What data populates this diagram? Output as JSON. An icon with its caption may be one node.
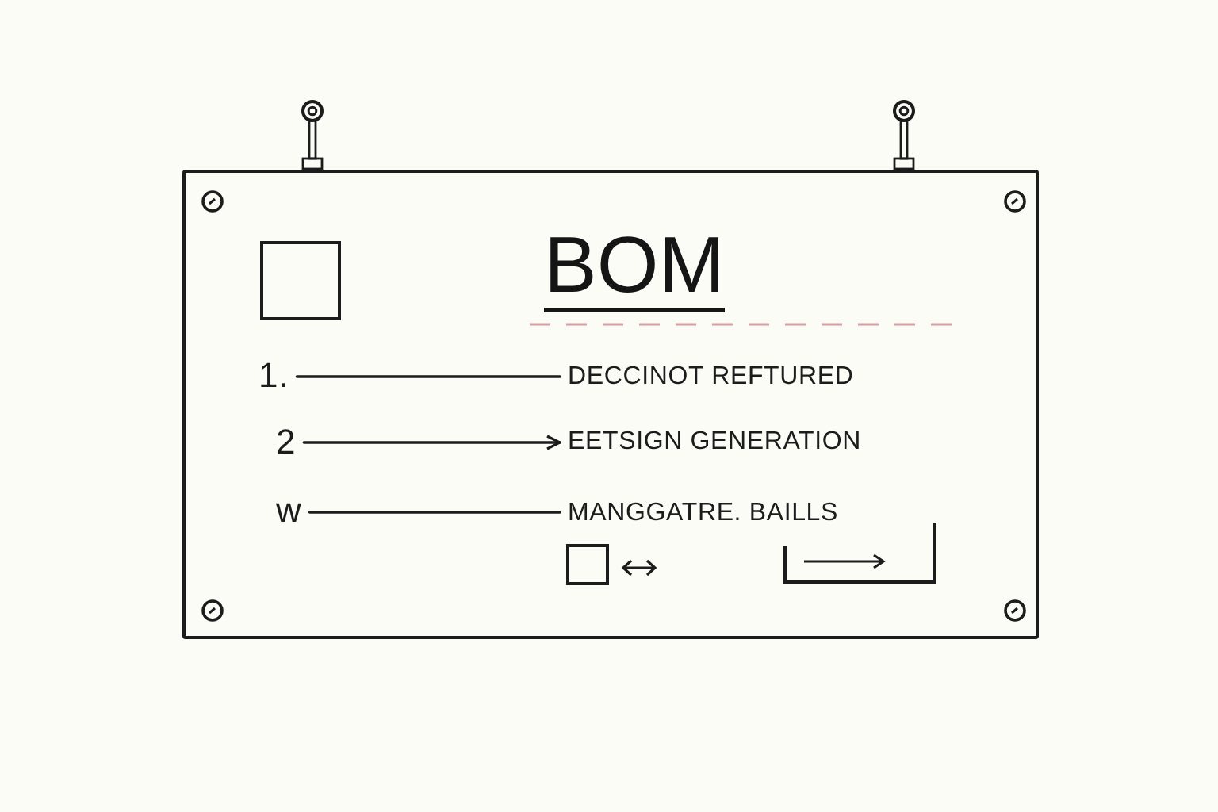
{
  "diagram": {
    "nodes": [
      {
        "text": [
          "BOM"
        ]
      },
      {
        "text": [],
        "shape": "box",
        "in": 0
      },
      {
        "text": [
          "1."
        ],
        "in": 0
      },
      {
        "text": [
          "DECCINOT REFTURED"
        ],
        "in": 0
      },
      {
        "text": [
          "2"
        ],
        "in": 0
      },
      {
        "text": [
          "EETSIGN GENERATION"
        ],
        "in": 0
      },
      {
        "text": [
          "w"
        ],
        "in": 0
      },
      {
        "text": [
          "MANGGATRE. BAILLS"
        ],
        "in": 0
      },
      {
        "text": [],
        "shape": "box",
        "in": 0
      }
    ],
    "edges": [
      {
        "from": 2,
        "to": 3,
        "arrow": "none"
      },
      {
        "from": 4,
        "to": 5,
        "arrow": "to"
      },
      {
        "from": 6,
        "to": 7,
        "arrow": "none"
      }
    ]
  }
}
